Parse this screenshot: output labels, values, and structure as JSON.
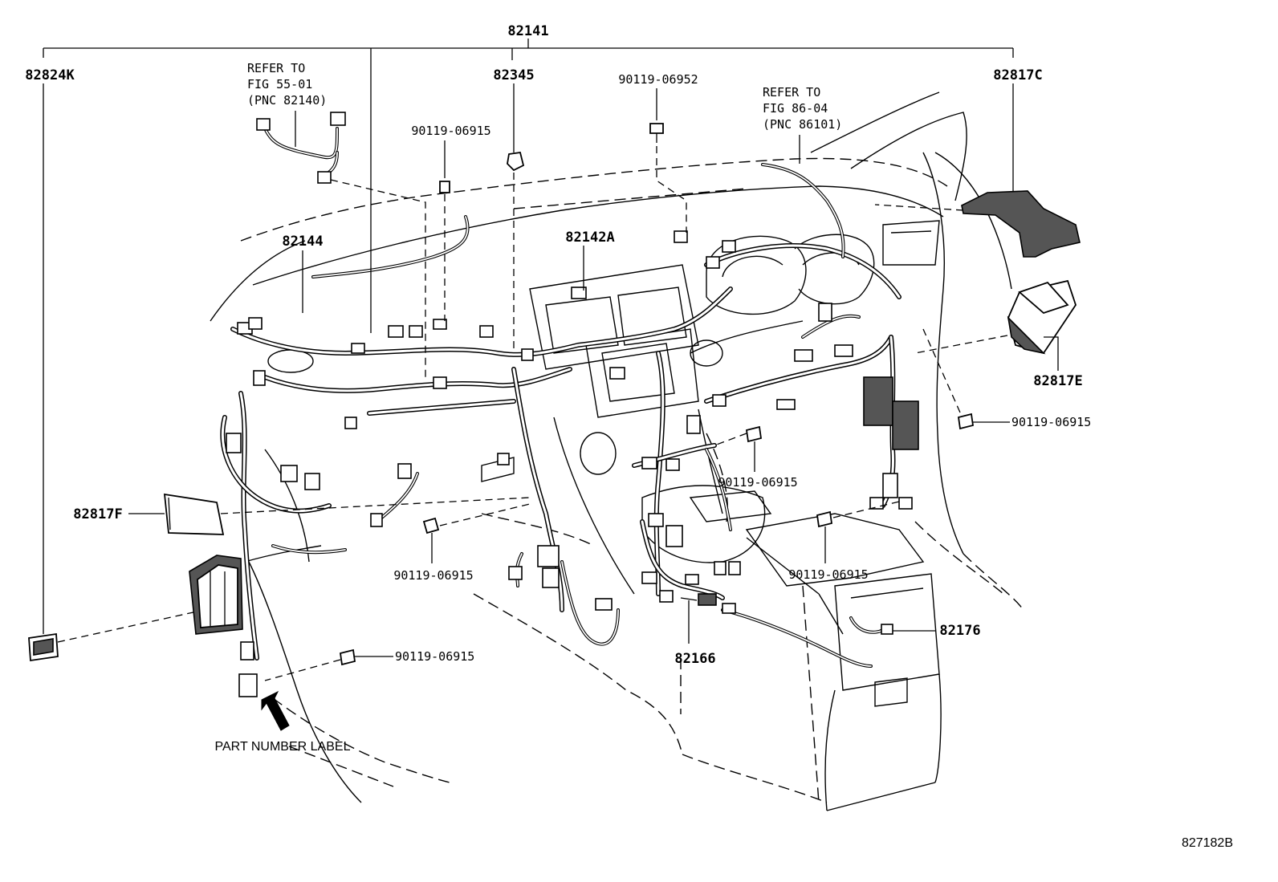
{
  "diagram": {
    "drawing_number": "827182B",
    "labels": {
      "p82141": "82141",
      "p82824K": "82824K",
      "p82345": "82345",
      "p82817C": "82817C",
      "p82144": "82144",
      "p82142A": "82142A",
      "p82817E": "82817E",
      "p82817F": "82817F",
      "p82176": "82176",
      "p82166": "82166",
      "bolt_top_left": "90119-06915",
      "bolt_top_center": "90119-06952",
      "bolt_right": "90119-06915",
      "bolt_center": "90119-06915",
      "bolt_left_mid": "90119-06915",
      "bolt_lower_right": "90119-06915",
      "bolt_bottom": "90119-06915"
    },
    "refer_left": [
      "REFER TO",
      "FIG 55-01",
      "(PNC 82140)"
    ],
    "refer_right": [
      "REFER TO",
      "FIG 86-04",
      "(PNC 86101)"
    ],
    "part_number_label": "PART NUMBER LABEL"
  }
}
